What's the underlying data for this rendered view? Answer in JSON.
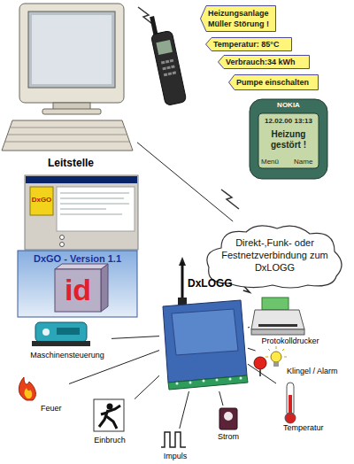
{
  "diagram": {
    "nodes": [
      {
        "text": [
          "Leitstelle"
        ]
      },
      {
        "text": [
          "Heizungsanlage Müller Störung !"
        ]
      },
      {
        "text": [
          "Temperatur: 85°C"
        ]
      },
      {
        "text": [
          "Verbrauch:34 kWh"
        ]
      },
      {
        "text": [
          "Pumpe einschalten"
        ]
      },
      {
        "text": [
          "NOKIA",
          "12.02.00 13:13",
          "Heizung gestört !",
          "Menü",
          "Name"
        ]
      },
      {
        "text": [
          "DxGO - Version 1.1"
        ]
      },
      {
        "text": [
          "Direkt-,Funk- oder Festnetzverbindung zum DxLOGG"
        ]
      },
      {
        "text": [
          "DxLOGG"
        ]
      },
      {
        "text": [
          "Maschinensteuerung"
        ]
      },
      {
        "text": [
          "Protokolldrucker"
        ]
      },
      {
        "text": [
          "Klingel / Alarm"
        ]
      },
      {
        "text": [
          "Feuer"
        ]
      },
      {
        "text": [
          "Temperatur"
        ]
      },
      {
        "text": [
          "Einbruch"
        ]
      },
      {
        "text": [
          "Impuls"
        ]
      },
      {
        "text": [
          "Strom"
        ]
      }
    ],
    "edges": [
      {
        "from": 0,
        "to": 7,
        "arrow": "none"
      },
      {
        "from": 7,
        "to": 8,
        "arrow": "none"
      },
      {
        "from": 8,
        "to": 9,
        "arrow": "none"
      },
      {
        "from": 8,
        "to": 10,
        "arrow": "none"
      },
      {
        "from": 8,
        "to": 11,
        "arrow": "none"
      },
      {
        "from": 8,
        "to": 12,
        "arrow": "none"
      },
      {
        "from": 8,
        "to": 13,
        "arrow": "none"
      },
      {
        "from": 8,
        "to": 14,
        "arrow": "none"
      },
      {
        "from": 8,
        "to": 15,
        "arrow": "none"
      },
      {
        "from": 8,
        "to": 16,
        "arrow": "none"
      }
    ],
    "labels": [
      "DxGO",
      "id"
    ]
  }
}
